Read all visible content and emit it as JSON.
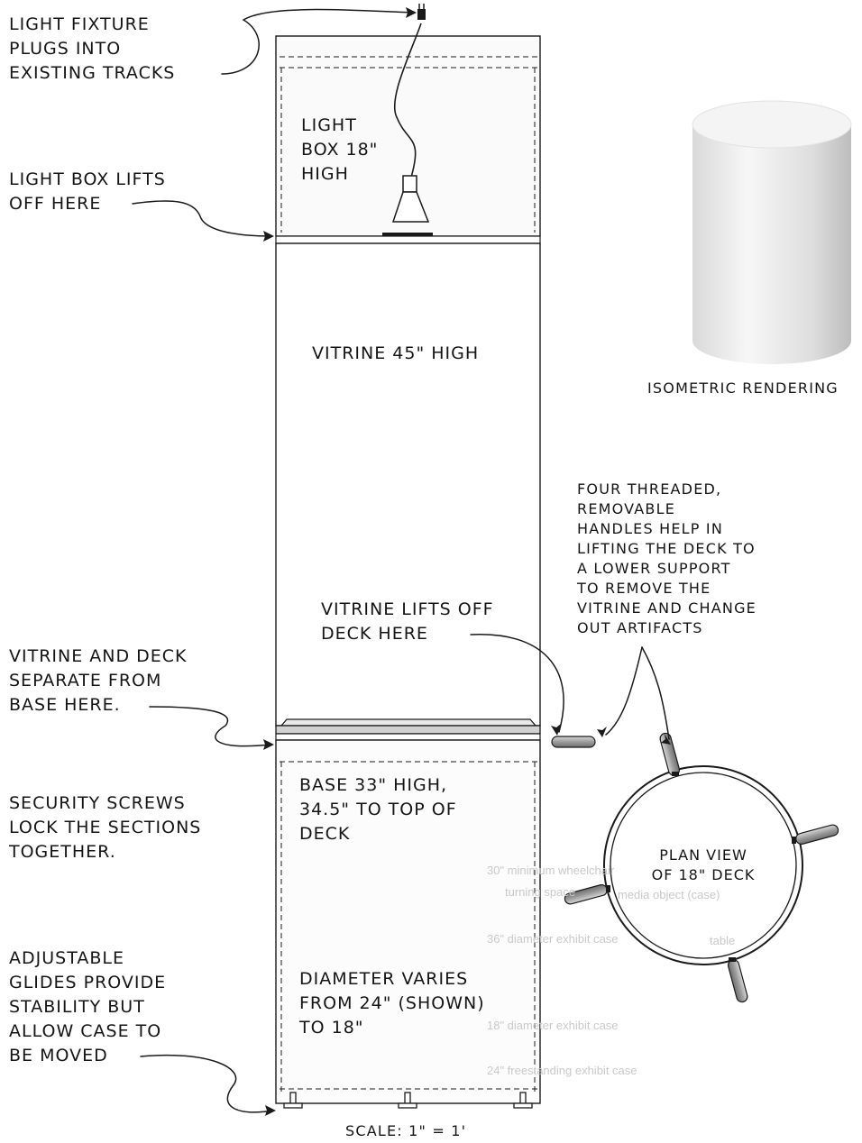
{
  "labels": {
    "light_fixture": "LIGHT FIXTURE\nPLUGS INTO\nEXISTING TRACKS",
    "light_box_lifts": "LIGHT BOX LIFTS\nOFF HERE",
    "light_box": "LIGHT\nBOX 18\"\nHIGH",
    "vitrine": "VITRINE 45\" HIGH",
    "isometric": "ISOMETRIC RENDERING",
    "handles": "FOUR THREADED,\nREMOVABLE\nHANDLES HELP IN\nLIFTING THE DECK TO\nA LOWER SUPPORT\nTO REMOVE THE\nVITRINE AND CHANGE\nOUT ARTIFACTS",
    "vitrine_lifts": "VITRINE LIFTS OFF\nDECK HERE",
    "vitrine_deck_separate": "VITRINE AND DECK\nSEPARATE FROM\nBASE HERE.",
    "base": "BASE 33\" HIGH,\n34.5\" TO TOP OF\nDECK",
    "security": "SECURITY SCREWS\nLOCK THE SECTIONS\nTOGETHER.",
    "plan_view": "PLAN VIEW\nOF 18\" DECK",
    "glides": "ADJUSTABLE\nGLIDES PROVIDE\nSTABILITY BUT\nALLOW CASE TO\nBE MOVED",
    "diameter": "DIAMETER VARIES\nFROM 24\" (SHOWN)\nTO 18\"",
    "scale": "SCALE: 1\" = 1'"
  },
  "ghost_text": {
    "g1": "30\" minimum wheelchair",
    "g2": "turning space",
    "g3": "36\" diameter exhibit case",
    "g4": "18\" diameter exhibit case",
    "g5": "24\" freestanding exhibit case",
    "g6": "media object (case)",
    "g7": "table"
  },
  "colors": {
    "ink": "#151515",
    "shade_light": "#f2f2f2",
    "shade_dark": "#c4c4c4",
    "handle": "#b0b0b0"
  }
}
